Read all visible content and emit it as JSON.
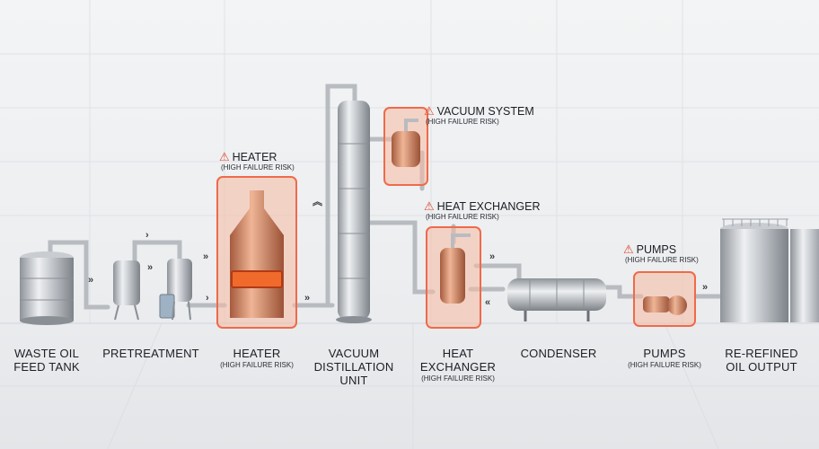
{
  "stages": [
    {
      "key": "feed",
      "line1": "WASTE OIL",
      "line2": "FEED TANK"
    },
    {
      "key": "pre",
      "line1": "PRETREATMENT"
    },
    {
      "key": "heater",
      "line1": "HEATER",
      "risk": "(HIGH FAILURE RISK)"
    },
    {
      "key": "vdu",
      "line1": "VACUUM",
      "line2": "DISTILLATION",
      "line3": "UNIT"
    },
    {
      "key": "hx",
      "line1": "HEAT",
      "line2": "EXCHANGER",
      "risk": "(HIGH FAILURE RISK)"
    },
    {
      "key": "cond",
      "line1": "CONDENSER"
    },
    {
      "key": "pumps",
      "line1": "PUMPS",
      "risk": "(HIGH FAILURE RISK)"
    },
    {
      "key": "out",
      "line1": "RE-REFINED",
      "line2": "OIL OUTPUT"
    }
  ],
  "warnings": [
    {
      "key": "heater",
      "title": "HEATER",
      "risk": "(HIGH FAILURE RISK)"
    },
    {
      "key": "vacuum",
      "title": "VACUUM SYSTEM",
      "risk": "(HIGH FAILURE RISK)"
    },
    {
      "key": "hx",
      "title": "HEAT EXCHANGER",
      "risk": "(HIGH FAILURE RISK)"
    },
    {
      "key": "pumps",
      "title": "PUMPS",
      "risk": "(HIGH FAILURE RISK)"
    }
  ],
  "icons": {
    "warning": "warning-triangle-icon",
    "flow": "chevron-right-icon",
    "return": "chevron-left-icon",
    "up": "chevron-up-icon"
  },
  "colors": {
    "highlight": "#ef6a4a",
    "highlight_fill": "#f7b9a3",
    "steel": "#c9ccd1",
    "copper": "#c8775a",
    "text": "#1c1f24"
  }
}
